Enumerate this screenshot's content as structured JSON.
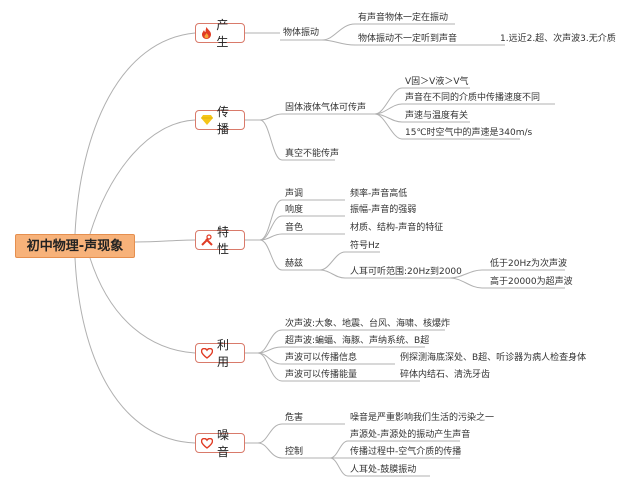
{
  "central": "初中物理-声现象",
  "branches": [
    {
      "label": "产生",
      "icon": "fire-icon",
      "items": {
        "vibration": "物体振动",
        "sound_source": "有声音物体一定在振动",
        "not_always_heard": "物体振动不一定听到声音",
        "reasons": "1.远近2.超、次声波3.无介质"
      }
    },
    {
      "label": "传播",
      "icon": "diamond-icon",
      "items": {
        "media": "固体液体气体可传声",
        "speed_order": "V固＞V液＞V气",
        "diff_media": "声音在不同的介质中传播速度不同",
        "temp": "声速与温度有关",
        "air_speed": "15℃时空气中的声速是340m/s",
        "vacuum": "真空不能传声"
      }
    },
    {
      "label": "特性",
      "icon": "tools-icon",
      "items": {
        "pitch": "声调",
        "pitch_desc": "频率-声音高低",
        "loudness": "响度",
        "loudness_desc": "振幅-声音的强弱",
        "timbre": "音色",
        "timbre_desc": "材质、结构-声音的特征",
        "hz": "赫兹",
        "hz_symbol": "符号Hz",
        "range": "人耳可听范围:20Hz到2000",
        "infra": "低于20Hz为次声波",
        "ultra": "高于20000为超声波"
      }
    },
    {
      "label": "利用",
      "icon": "heart-icon",
      "items": {
        "infrasound": "次声波:大象、地震、台风、海啸、核爆炸",
        "ultrasound": "超声波:蝙蝠、海豚、声纳系统、B超",
        "info": "声波可以传播信息",
        "info_ex": "例探测海底深处、B超、听诊器为病人检查身体",
        "energy": "声波可以传播能量",
        "energy_ex": "碎体内结石、清洗牙齿"
      }
    },
    {
      "label": "噪音",
      "icon": "heart-icon",
      "items": {
        "harm": "危害",
        "harm_desc": "噪音是严重影响我们生活的污染之一",
        "control": "控制",
        "c1": "声源处-声源处的振动产生声音",
        "c2": "传播过程中-空气介质的传播",
        "c3": "人耳处-鼓膜振动"
      }
    }
  ],
  "colors": {
    "central_fill": "#f7b27a",
    "branch_border": "#d97a6a",
    "line": "#b0b0b0",
    "icon_red": "#e03b24",
    "icon_yellow": "#f5c518"
  }
}
